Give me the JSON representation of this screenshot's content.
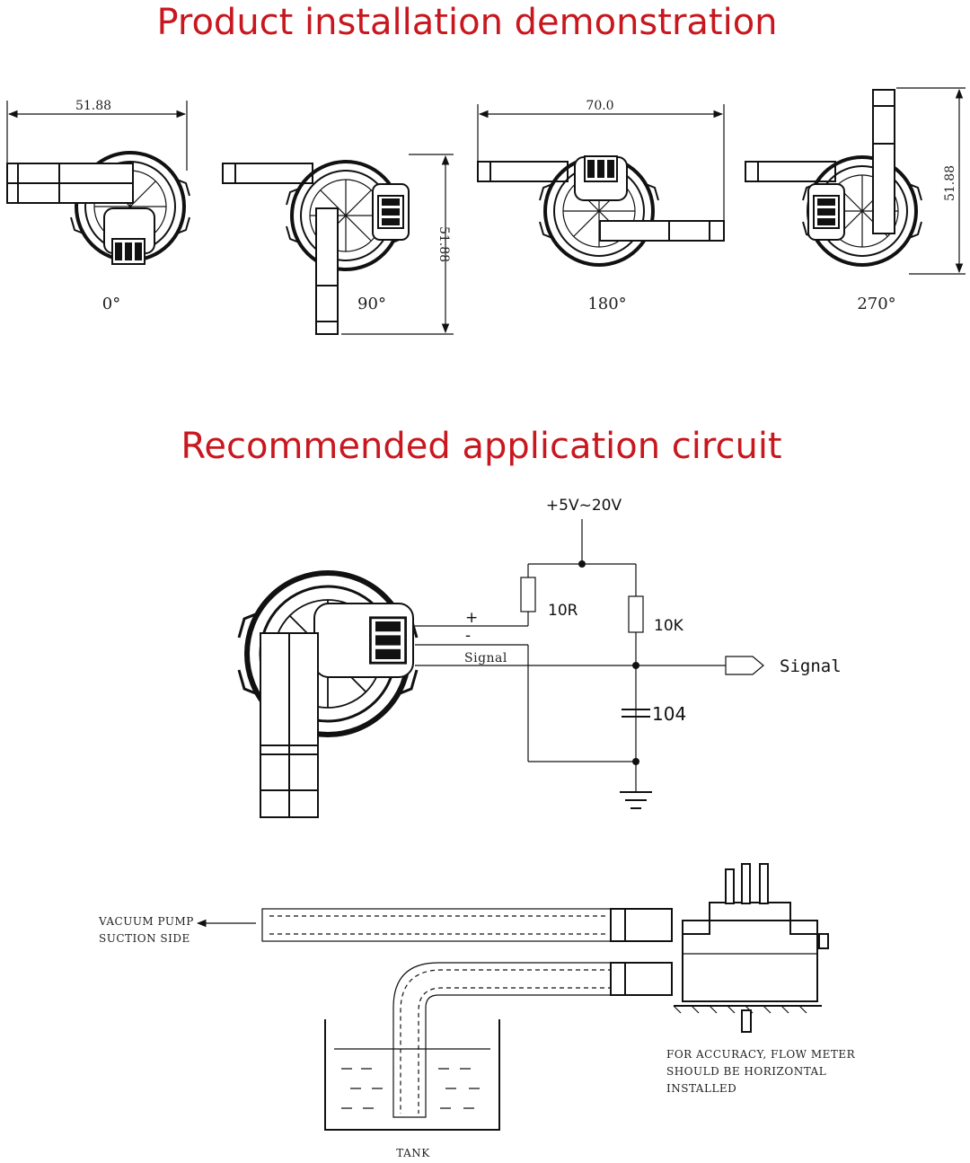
{
  "section1": {
    "title": "Product installation demonstration",
    "dims": {
      "width_a": "51.88",
      "height_b": "51.88",
      "width_c": "70.0",
      "height_d": "51.88"
    },
    "angles": [
      "0°",
      "90°",
      "180°",
      "270°"
    ]
  },
  "section2": {
    "title": "Recommended application circuit",
    "supply": "+5V~20V",
    "r1": "10R",
    "r2": "10K",
    "cap": "104",
    "plus": "+",
    "minus": "-",
    "signal_wire": "Signal",
    "signal_out": "Signal"
  },
  "section3": {
    "vacuum_line1": "VACUUM PUMP",
    "vacuum_line2": "SUCTION SIDE",
    "note_line1": "FOR ACCURACY, FLOW METER",
    "note_line2": "SHOULD BE HORIZONTAL",
    "note_line3": "INSTALLED",
    "tank": "TANK"
  }
}
